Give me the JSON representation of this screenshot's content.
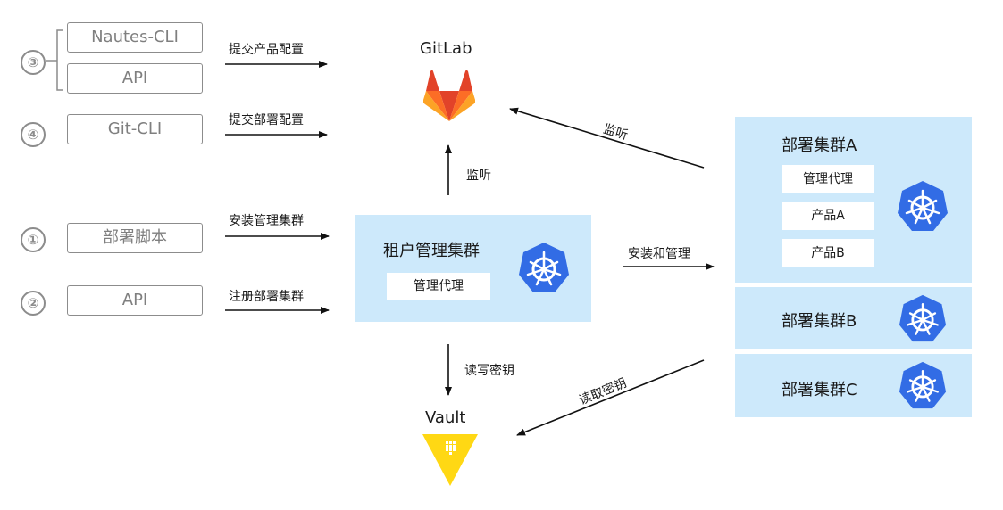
{
  "clients": {
    "group3": {
      "number": "③",
      "items": [
        "Nautes-CLI",
        "API"
      ]
    },
    "group4": {
      "number": "④",
      "items": [
        "Git-CLI"
      ]
    },
    "group1": {
      "number": "①",
      "items": [
        "部署脚本"
      ]
    },
    "group2": {
      "number": "②",
      "items": [
        "API"
      ]
    }
  },
  "edges": {
    "submit_product_config": "提交产品配置",
    "submit_deploy_config": "提交部署配置",
    "install_mgmt_cluster": "安装管理集群",
    "register_deploy_cluster": "注册部署集群",
    "listen_tenant": "监听",
    "listen_deploy": "监听",
    "install_and_manage": "安装和管理",
    "read_write_secret": "读写密钥",
    "read_secret": "读取密钥"
  },
  "gitlab": {
    "title": "GitLab"
  },
  "vault": {
    "title": "Vault"
  },
  "tenant_cluster": {
    "title": "租户管理集群",
    "agent": "管理代理"
  },
  "deploy_clusters": [
    {
      "title": "部署集群A",
      "items": [
        "管理代理",
        "产品A",
        "产品B"
      ]
    },
    {
      "title": "部署集群B",
      "items": []
    },
    {
      "title": "部署集群C",
      "items": []
    }
  ],
  "colors": {
    "cluster_bg": "#cde9fb",
    "kubernetes_blue": "#326ce5",
    "gitlab_orange": "#e24329",
    "vault_yellow": "#ffd814",
    "client_gray": "#8c8c8c"
  },
  "icons": [
    "kubernetes-icon",
    "gitlab-icon",
    "vault-icon"
  ]
}
